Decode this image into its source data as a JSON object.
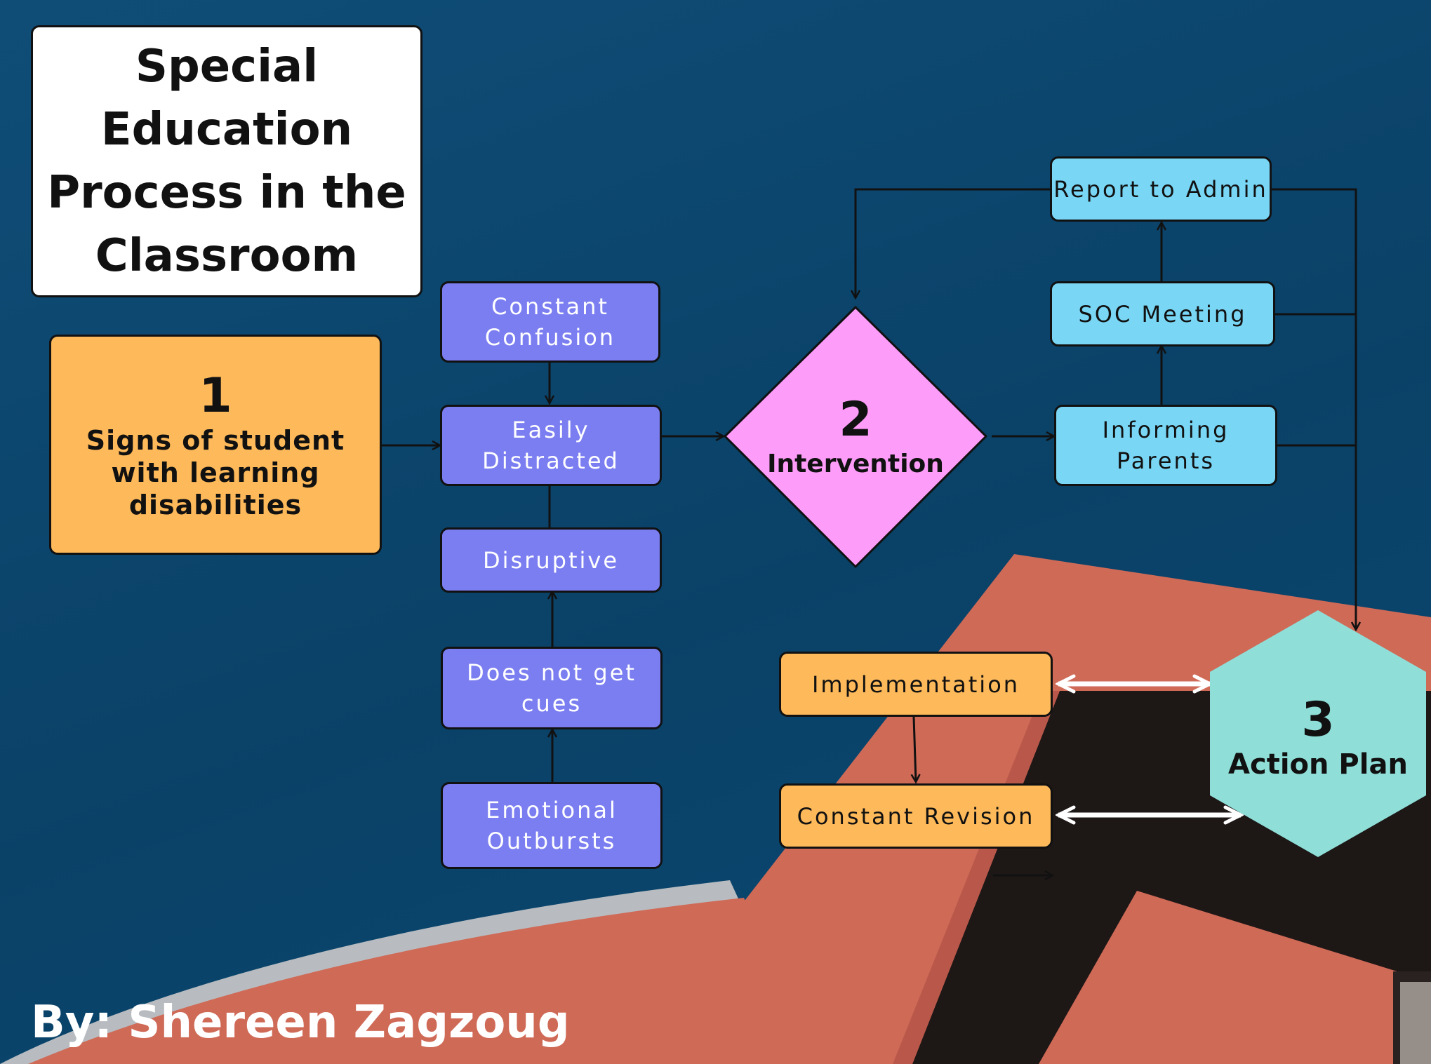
{
  "title": "Special Education Process in the Classroom",
  "step1": {
    "number": "1",
    "label": "Signs of student with learning disabilities"
  },
  "signs": {
    "constant_confusion": "Constant Confusion",
    "easily_distracted": "Easily Distracted",
    "disruptive": "Disruptive",
    "does_not_get_cues": "Does not get cues",
    "emotional_outbursts": "Emotional Outbursts"
  },
  "step2": {
    "number": "2",
    "label": "Intervention"
  },
  "intervention_steps": {
    "report_to_admin": "Report to Admin",
    "soc_meeting": "SOC Meeting",
    "informing_parents": "Informing Parents"
  },
  "step3": {
    "number": "3",
    "label": "Action Plan"
  },
  "action_steps": {
    "implementation": "Implementation",
    "constant_revision": "Constant Revision"
  },
  "author": "By: Shereen Zagzoug",
  "colors": {
    "background": "#0b4a73",
    "signs_box": "#7b7ef0",
    "intervention_box": "#79d6f4",
    "action_box": "#fdb95a",
    "step1_box": "#fdb95a",
    "diamond": "#fe9cfa",
    "hexagon": "#8fded8",
    "roof": "#cf6a57"
  }
}
